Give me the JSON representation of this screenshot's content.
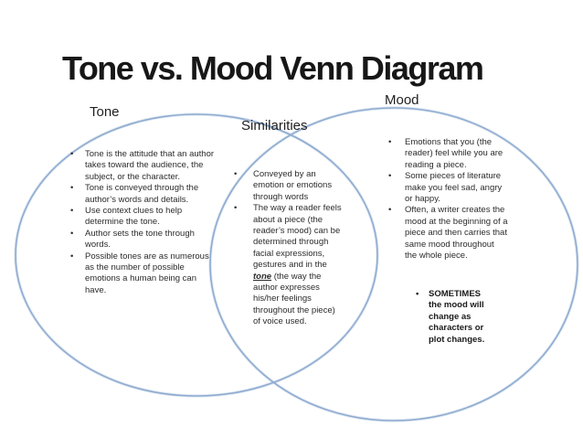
{
  "title": "Tone vs. Mood Venn Diagram",
  "colors": {
    "circle_stroke": "#8fabd0",
    "circle_glow": "#c9d8ea",
    "background": "#ffffff",
    "text": "#2b2b2b"
  },
  "diagram": {
    "left": {
      "label": "Tone",
      "bullets": [
        "Tone is the attitude that an author takes toward the audience, the subject, or the character.",
        "Tone is conveyed through the author’s words and details.",
        "Use context clues to help determine the tone.",
        "Author sets the tone through words.",
        "Possible tones are as numerous as the number of possible emotions a human being can have."
      ]
    },
    "middle": {
      "label": "Similarities",
      "bullets": [
        "Conveyed by an emotion or emotions through words",
        {
          "pre": "The way a reader feels about a piece (the reader’s mood) can be determined through facial expressions, gestures and in the ",
          "em": "tone",
          "post": " (the way the author expresses his/her feelings throughout the piece) of voice used."
        }
      ]
    },
    "right": {
      "label": "Mood",
      "bullets": [
        "Emotions that you (the reader) feel while you are reading a piece.",
        "Some pieces of literature make you feel sad, angry or happy.",
        "Often, a writer creates the mood at the beginning of a piece and then carries that same mood throughout the whole piece."
      ],
      "sub_bullets": [
        "SOMETIMES the mood will change as characters or plot changes."
      ]
    }
  }
}
